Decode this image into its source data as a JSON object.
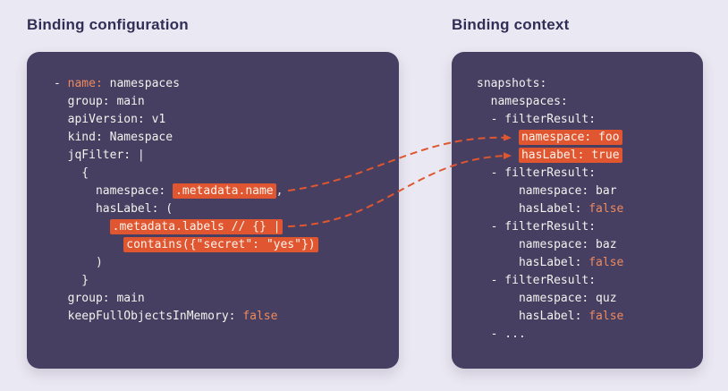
{
  "config": {
    "title": "Binding configuration",
    "lines": [
      [
        {
          "t": "- ",
          "s": "p"
        },
        {
          "t": "name:",
          "s": "a"
        },
        {
          "t": " namespaces",
          "s": "p"
        }
      ],
      [
        {
          "t": "  group: main",
          "s": "p"
        }
      ],
      [
        {
          "t": "  apiVersion: v1",
          "s": "p"
        }
      ],
      [
        {
          "t": "  kind: Namespace",
          "s": "p"
        }
      ],
      [
        {
          "t": "  jqFilter: |",
          "s": "p"
        }
      ],
      [
        {
          "t": "    {",
          "s": "p"
        }
      ],
      [
        {
          "t": "      namespace: ",
          "s": "p"
        },
        {
          "t": ".metadata.name",
          "s": "h"
        },
        {
          "t": ",",
          "s": "p"
        }
      ],
      [
        {
          "t": "      hasLabel: (",
          "s": "p"
        }
      ],
      [
        {
          "t": "        ",
          "s": "p"
        },
        {
          "t": ".metadata.labels // {} |",
          "s": "h"
        }
      ],
      [
        {
          "t": "          ",
          "s": "p"
        },
        {
          "t": "contains({\"secret\": \"yes\"})",
          "s": "h"
        }
      ],
      [
        {
          "t": "      )",
          "s": "p"
        }
      ],
      [
        {
          "t": "    }",
          "s": "p"
        }
      ],
      [
        {
          "t": "  group: main",
          "s": "p"
        }
      ],
      [
        {
          "t": "  keepFullObjectsInMemory: ",
          "s": "p"
        },
        {
          "t": "false",
          "s": "a"
        }
      ]
    ]
  },
  "context": {
    "title": "Binding context",
    "lines": [
      [
        {
          "t": "snapshots:",
          "s": "p"
        }
      ],
      [
        {
          "t": "  namespaces:",
          "s": "p"
        }
      ],
      [
        {
          "t": "  - filterResult:",
          "s": "p"
        }
      ],
      [
        {
          "t": "      ",
          "s": "p"
        },
        {
          "t": "namespace: foo",
          "s": "h"
        }
      ],
      [
        {
          "t": "      ",
          "s": "p"
        },
        {
          "t": "hasLabel: true",
          "s": "h"
        }
      ],
      [
        {
          "t": "  - filterResult:",
          "s": "p"
        }
      ],
      [
        {
          "t": "      namespace: bar",
          "s": "p"
        }
      ],
      [
        {
          "t": "      hasLabel: ",
          "s": "p"
        },
        {
          "t": "false",
          "s": "a"
        }
      ],
      [
        {
          "t": "  - filterResult:",
          "s": "p"
        }
      ],
      [
        {
          "t": "      namespace: baz",
          "s": "p"
        }
      ],
      [
        {
          "t": "      hasLabel: ",
          "s": "p"
        },
        {
          "t": "false",
          "s": "a"
        }
      ],
      [
        {
          "t": "  - filterResult:",
          "s": "p"
        }
      ],
      [
        {
          "t": "      namespace: quz",
          "s": "p"
        }
      ],
      [
        {
          "t": "      hasLabel: ",
          "s": "p"
        },
        {
          "t": "false",
          "s": "a"
        }
      ],
      [
        {
          "t": "  - ...",
          "s": "p"
        }
      ]
    ]
  },
  "colors": {
    "page_background": "#EAE8F2",
    "panel_background": "#463F61",
    "title_text": "#322E55",
    "code_text": "#F4F1EE",
    "accent_text": "#ED8A5F",
    "highlight_background": "#DF5630",
    "arrow": "#DF5630"
  }
}
